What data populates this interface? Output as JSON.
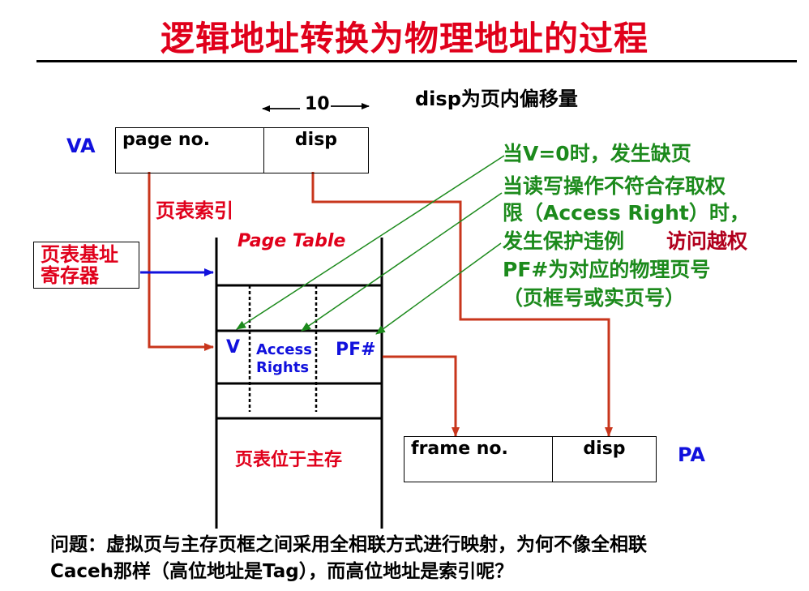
{
  "title": "逻辑地址转换为物理地址的过程",
  "disp_width": "10",
  "disp_note": "disp为页内偏移量",
  "va": {
    "label": "VA",
    "page_no": "page no.",
    "disp": "disp"
  },
  "page_table_index_label": "页表索引",
  "base_register": {
    "line1": "页表基址",
    "line2": "寄存器"
  },
  "page_table": {
    "title": "Page Table",
    "v": "V",
    "access_line1": "Access",
    "access_line2": "Rights",
    "pf": "PF#",
    "location": "页表位于主存"
  },
  "notes": {
    "v_zero": "当V=0时，发生缺页",
    "access_line1": "当读写操作不符合存取权",
    "access_line2": "限（Access Right）时，",
    "access_line3": "发生保护违例",
    "access_violation": "访问越权",
    "pf_line1": "PF#为对应的物理页号",
    "pf_line2": "（页框号或实页号）"
  },
  "pa": {
    "label": "PA",
    "frame_no": "frame no.",
    "disp": "disp"
  },
  "question": {
    "line1": "问题：虚拟页与主存页框之间采用全相联方式进行映射，为何不像全相联",
    "line2": "Caceh那样（高位地址是Tag），而高位地址是索引呢？"
  },
  "colors": {
    "title": "#e0001b",
    "green": "#1c8a1c",
    "blue": "#1111dd",
    "dark_red": "#b1001d",
    "wire_red": "#c8361c"
  }
}
